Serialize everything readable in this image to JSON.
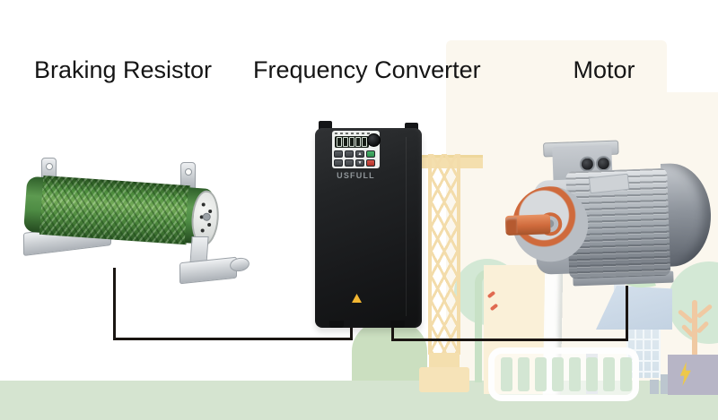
{
  "headings": {
    "braking_resistor": "Braking Resistor",
    "frequency_converter": "Frequency Converter",
    "motor": "Motor"
  },
  "converter": {
    "brand": "USFULL",
    "up_arrow": "▲",
    "down_arrow": "▼",
    "display_digit_count": 5,
    "warning_icon": "warning-triangle"
  },
  "battery": {
    "bar_count": 8
  },
  "scene_icons": [
    "construction-crane",
    "factory-building",
    "chimney",
    "battery-level",
    "solar-panel",
    "tree",
    "leaf",
    "lightning-bolt"
  ],
  "colors": {
    "resistor_green": "#4e8c44",
    "converter_black": "#17181a",
    "motor_grey": "#b2b8be",
    "shaft_orange": "#cf6a3c",
    "wire_black": "#1a1512",
    "ground_green": "#d5e4d0",
    "crane_tan": "#f3dcaa",
    "battery_bar_green": "#d3e6d3",
    "bolt_yellow": "#edc84a",
    "cream_background": "#fbf7ee"
  }
}
